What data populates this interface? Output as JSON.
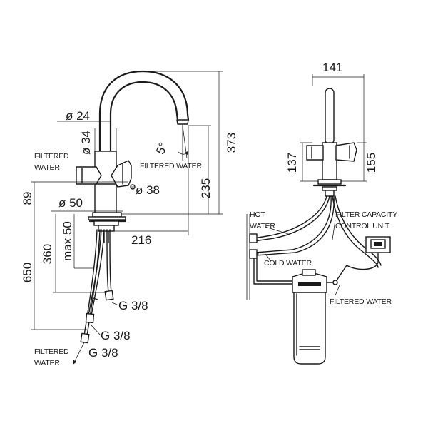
{
  "left_view": {
    "dim_373": "373",
    "dim_24": "ø 24",
    "dim_34": "ø 34",
    "dim_5": "5°",
    "filtered_water_top": "FILTERED WATER",
    "filtered_left_1": "FILTERED",
    "filtered_left_2": "WATER",
    "dim_235": "235",
    "dim_38": "ø 38",
    "dim_89": "89",
    "dim_50": "ø 50",
    "dim_216": "216",
    "dim_max50": "max 50",
    "dim_360": "360",
    "dim_650": "650",
    "g38_a": "G 3/8",
    "g38_b": "G 3/8",
    "g38_c": "G 3/8",
    "filtered_bottom_1": "FILTERED",
    "filtered_bottom_2": "WATER"
  },
  "right_view": {
    "dim_141": "141",
    "dim_137": "137",
    "dim_155": "155",
    "hot_1": "HOT",
    "hot_2": "WATER",
    "filter_capacity_1": "FILTER CAPACITY",
    "filter_capacity_2": "CONTROL UNIT",
    "cold_water": "COLD WATER",
    "filtered_water": "FILTERED WATER"
  }
}
